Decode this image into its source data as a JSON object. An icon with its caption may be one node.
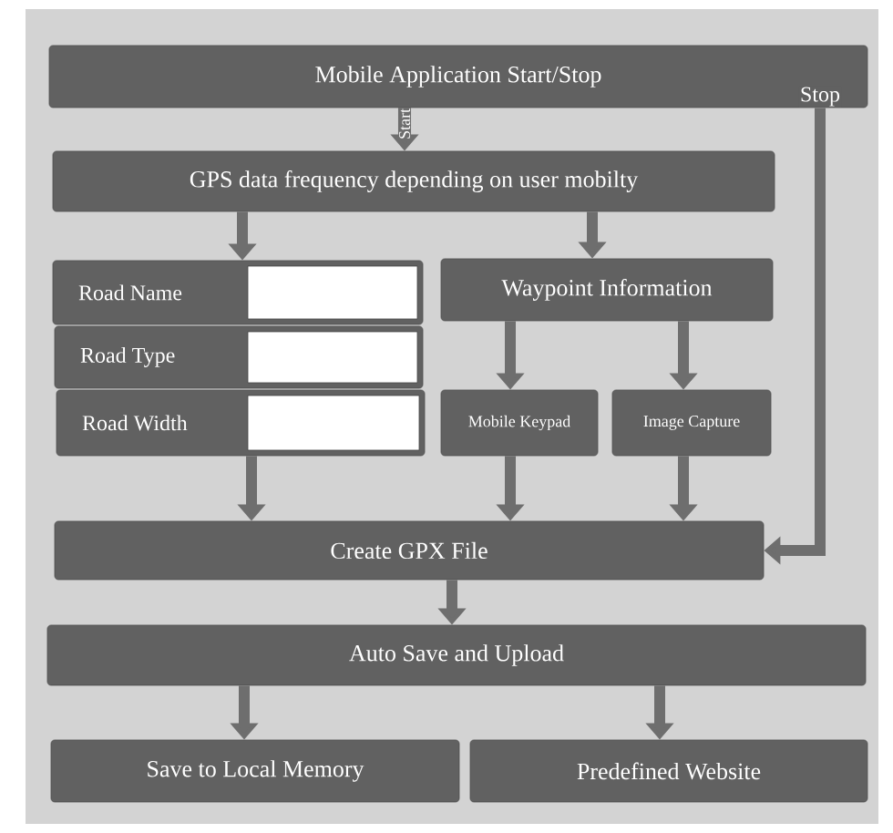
{
  "diagram": {
    "nodes": [
      {
        "text": [
          "Mobile Application Start/Stop"
        ]
      },
      {
        "text": [
          "GPS data frequency depending on user mobilty"
        ]
      },
      {
        "text": [
          "Road Name"
        ]
      },
      {
        "text": [
          "Road Type"
        ]
      },
      {
        "text": [
          "Road Width"
        ]
      },
      {
        "text": [
          "Waypoint Information"
        ]
      },
      {
        "text": [
          "Mobile Keypad"
        ]
      },
      {
        "text": [
          "Image Capture"
        ]
      },
      {
        "text": [
          "Create GPX File"
        ]
      },
      {
        "text": [
          "Auto Save and Upload"
        ]
      },
      {
        "text": [
          "Save to Local Memory"
        ]
      },
      {
        "text": [
          "Predefined Website"
        ]
      }
    ],
    "edges": [
      {
        "from": 0,
        "to": 1,
        "arrow": "to",
        "label": "Start"
      },
      {
        "from": 0,
        "to": 8,
        "arrow": "to",
        "label": "Stop"
      },
      {
        "from": 1,
        "to": 2,
        "arrow": "to"
      },
      {
        "from": 1,
        "to": 5,
        "arrow": "to"
      },
      {
        "from": 5,
        "to": 6,
        "arrow": "to"
      },
      {
        "from": 5,
        "to": 7,
        "arrow": "to"
      },
      {
        "from": 4,
        "to": 8,
        "arrow": "to"
      },
      {
        "from": 6,
        "to": 8,
        "arrow": "to"
      },
      {
        "from": 7,
        "to": 8,
        "arrow": "to"
      },
      {
        "from": 8,
        "to": 9,
        "arrow": "to"
      },
      {
        "from": 9,
        "to": 10,
        "arrow": "to"
      },
      {
        "from": 9,
        "to": 11,
        "arrow": "to"
      }
    ]
  }
}
